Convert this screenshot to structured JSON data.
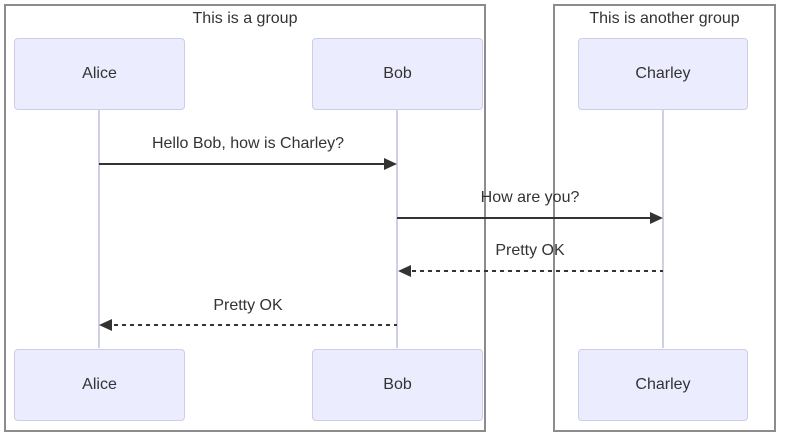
{
  "diagram_type": "sequence-diagram",
  "colors": {
    "actor_fill": "#ECECFF",
    "actor_border": "#CDCDE8",
    "lifeline": "#CFCFE8",
    "group_border": "#8C8C8C",
    "line": "#333333",
    "text": "#333333",
    "background": "#FFFFFF"
  },
  "groups": [
    {
      "title": "This is a group",
      "actors": [
        "Alice",
        "Bob"
      ]
    },
    {
      "title": "This is another group",
      "actors": [
        "Charley"
      ]
    }
  ],
  "actors": [
    {
      "name": "Alice"
    },
    {
      "name": "Bob"
    },
    {
      "name": "Charley"
    }
  ],
  "messages": [
    {
      "from": "Alice",
      "to": "Bob",
      "label": "Hello Bob, how is Charley?",
      "line": "solid",
      "direction": "right"
    },
    {
      "from": "Bob",
      "to": "Charley",
      "label": "How are you?",
      "line": "solid",
      "direction": "right"
    },
    {
      "from": "Charley",
      "to": "Bob",
      "label": "Pretty OK",
      "line": "dashed",
      "direction": "left"
    },
    {
      "from": "Bob",
      "to": "Alice",
      "label": "Pretty OK",
      "line": "dashed",
      "direction": "left"
    }
  ]
}
